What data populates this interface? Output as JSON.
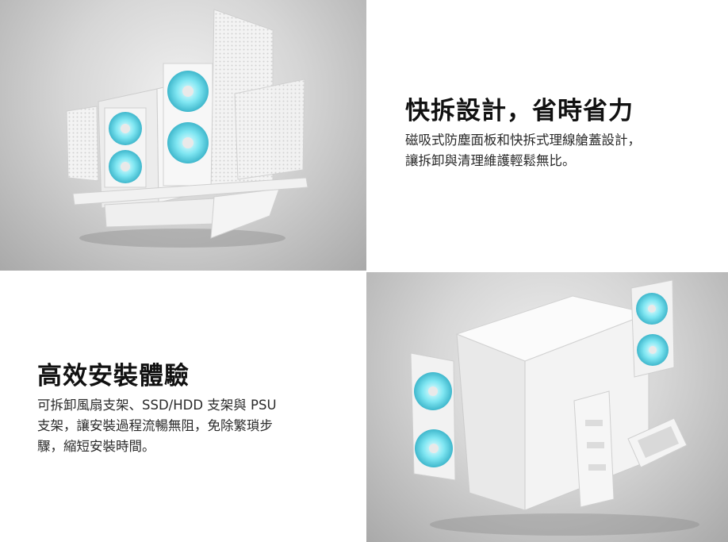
{
  "section_top": {
    "heading": "快拆設計，省時省力",
    "body_lines": [
      "磁吸式防塵面板和快拆式理線艙蓋設計，",
      "讓拆卸與清理維護輕鬆無比。"
    ]
  },
  "section_bottom": {
    "heading": "高效安裝體驗",
    "body_lines": [
      "可拆卸風扇支架、SSD/HDD 支架與 PSU",
      "支架，讓安裝過程流暢無阻，免除繁瑣步",
      "驟，縮短安裝時間。"
    ]
  },
  "colors": {
    "fan_glow": "#7fe6f2",
    "panel_white": "#f4f4f4",
    "background_gray": "#bdbdbd"
  }
}
